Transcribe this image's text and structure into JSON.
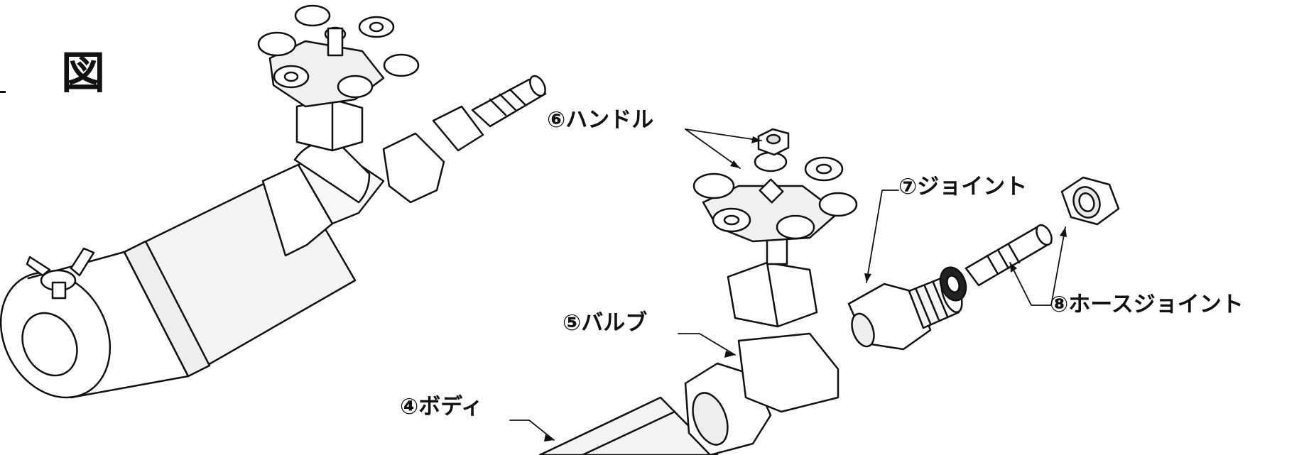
{
  "figure": {
    "title": "図"
  },
  "labels": {
    "handle": "⑥ハンドル",
    "joint": "⑦ジョイント",
    "valve": "⑤バルブ",
    "hose_joint": "⑧ホースジョイント",
    "body": "④ボディ"
  },
  "colors": {
    "line": "#111111",
    "fill": "#ffffff",
    "shade": "#e6e6e6"
  }
}
